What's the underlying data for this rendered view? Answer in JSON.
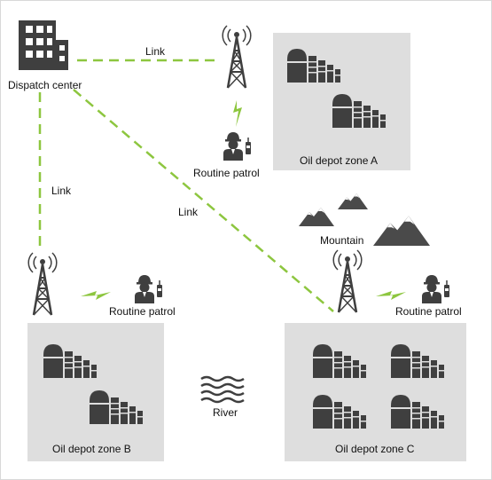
{
  "labels": {
    "dispatch": "Dispatch center",
    "link_top": "Link",
    "link_left": "Link",
    "link_diag": "Link",
    "patrol_a": "Routine patrol",
    "patrol_b": "Routine patrol",
    "patrol_c": "Routine patrol",
    "zone_a": "Oil depot zone A",
    "zone_b": "Oil depot zone B",
    "zone_c": "Oil depot zone C",
    "mountain": "Mountain",
    "river": "River"
  },
  "colors": {
    "link": "#8dc63f",
    "signal": "#8dc63f",
    "icon": "#3f3f3f",
    "zone_fill": "#dedede",
    "mountain": "#4a4a4a"
  },
  "icons": [
    "building-icon",
    "tower-icon",
    "lightning-icon",
    "patrol-officer-icon",
    "oil-tank-icon",
    "mountain-icon",
    "river-icon"
  ]
}
